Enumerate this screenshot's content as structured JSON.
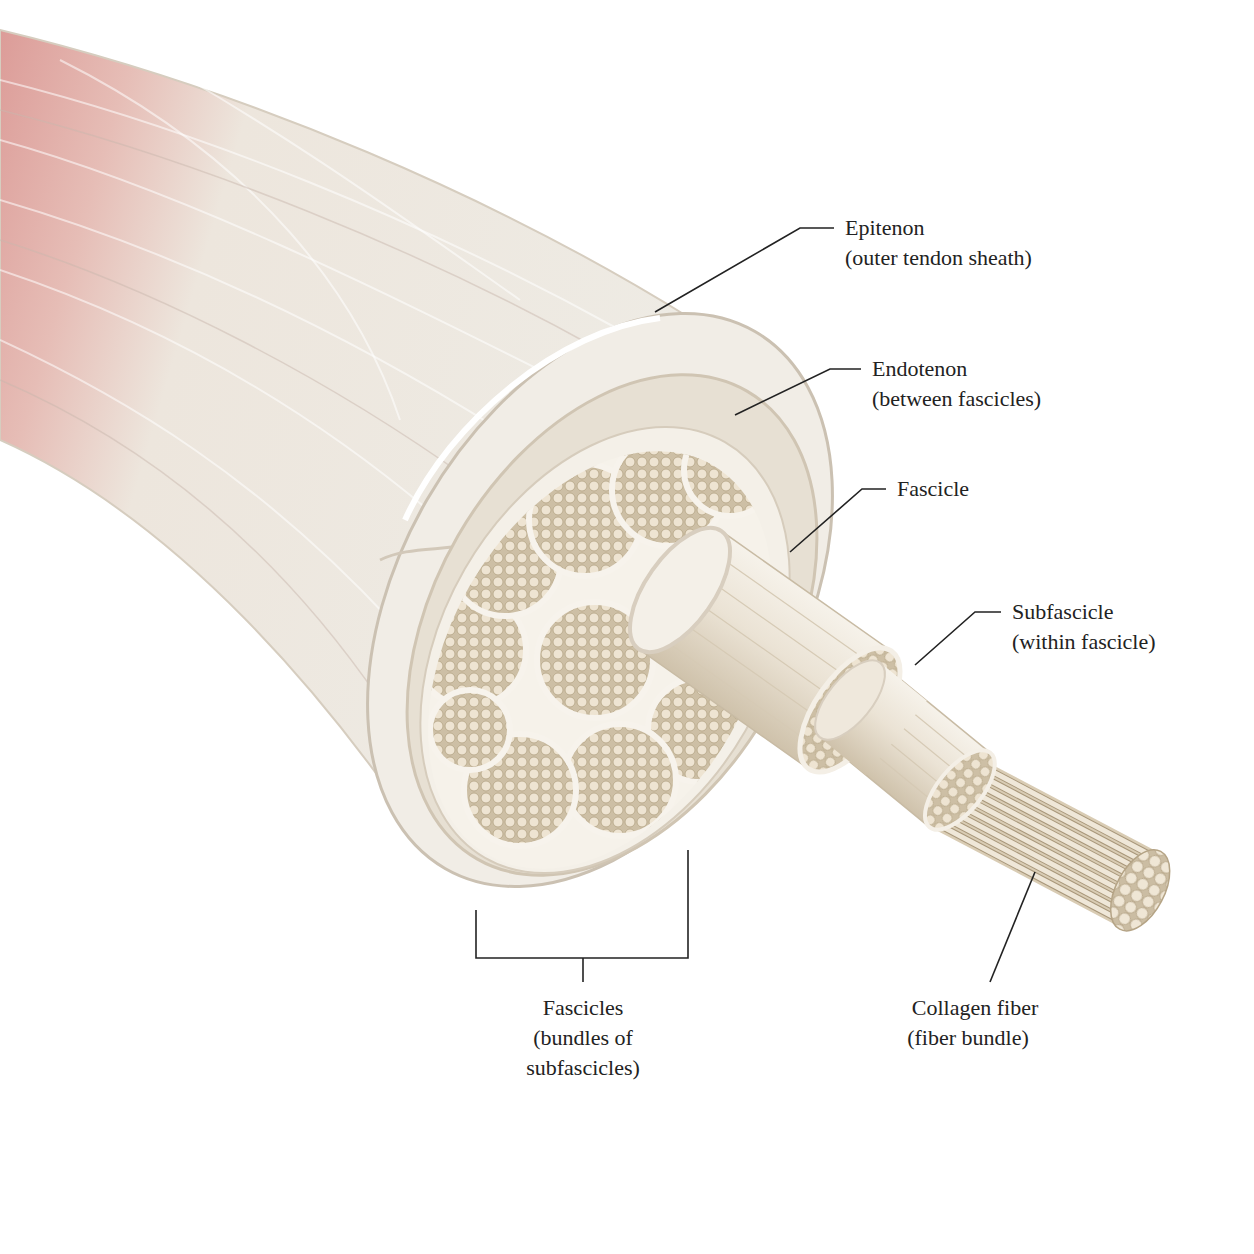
{
  "diagram": {
    "labels": [
      "Epitenon",
      "(outer tendon sheath)",
      "Endotenon",
      "(between fascicles)",
      "Fascicle",
      "Subfascicle",
      "(within fascicle)",
      "Fascicles",
      "(bundles of subfascicles)",
      "Collagen fiber",
      "(fiber bundle)"
    ]
  }
}
